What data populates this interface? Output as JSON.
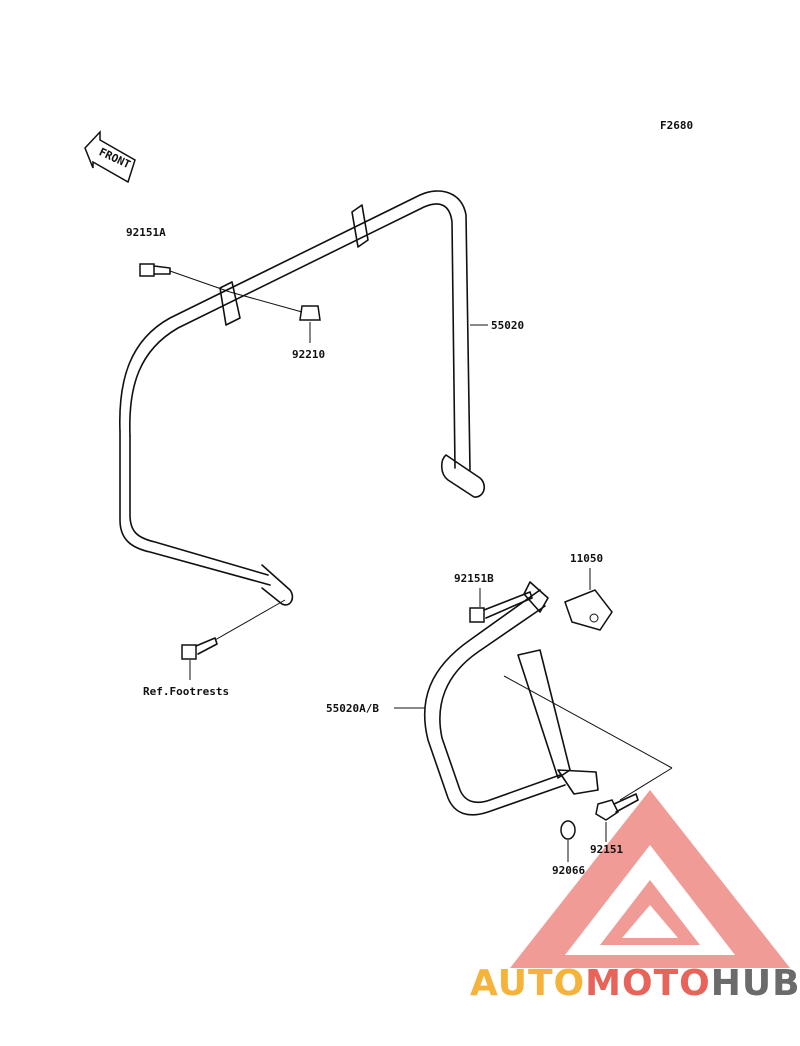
{
  "diagram_code": "F2680",
  "front_label": "FRONT",
  "labels": {
    "bolt_a": "92151A",
    "cap_nut": "92210",
    "guard_main": "55020",
    "ref_footrests": "Ref.Footrests",
    "bracket": "11050",
    "bolt_b": "92151B",
    "guard_rear": "55020A/B",
    "bolt": "92151",
    "plug": "92066"
  },
  "watermark": {
    "part1": "AUTO",
    "part2": "MOTO",
    "part3": "HUB",
    "colors": {
      "auto": "#f5b33a",
      "moto": "#e8635a",
      "hub": "#6b6b6b",
      "triangle": "#e8635a"
    }
  }
}
